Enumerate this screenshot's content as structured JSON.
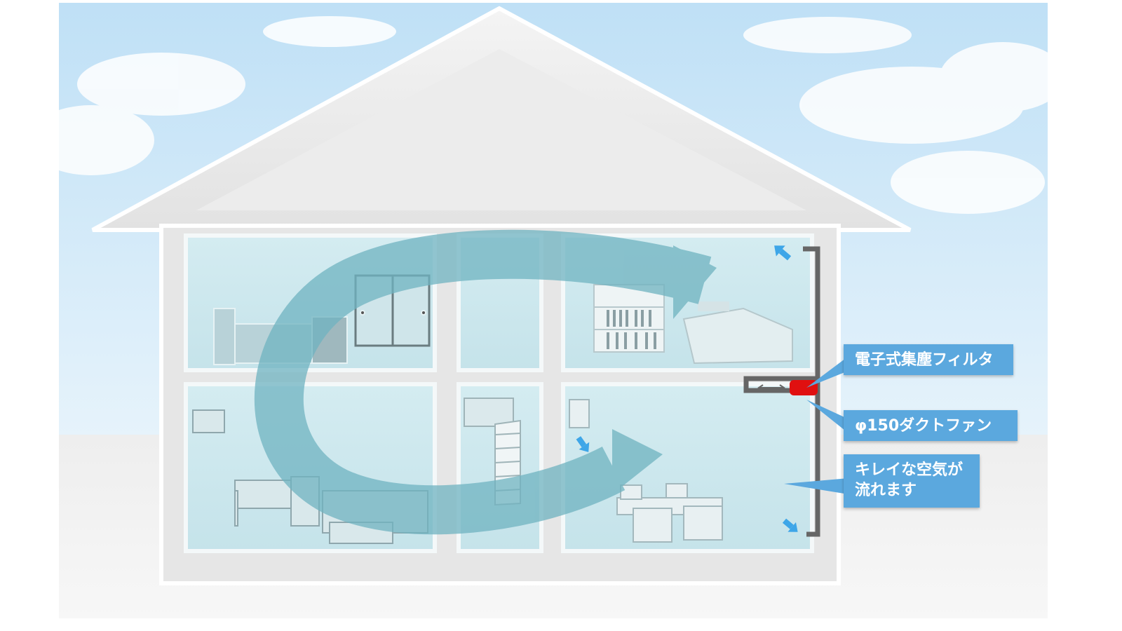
{
  "labels": {
    "filter": "電子式集塵フィルタ",
    "fan": "φ150ダクトファン",
    "air_line1": "キレイな空気が",
    "air_line2": "流れます"
  },
  "colors": {
    "sky": "#cfe7f7",
    "house": "#eeeeee",
    "room_glass": "#cfe9ef",
    "flow_arrow": "#6fb3c0",
    "callout": "#5ba8de",
    "filter_unit": "#e01010",
    "duct": "#666666",
    "vent_arrow": "#3ea6e8"
  },
  "icons": [
    "circulation-arrow",
    "vent-arrow",
    "filter-unit",
    "duct-pipe"
  ]
}
